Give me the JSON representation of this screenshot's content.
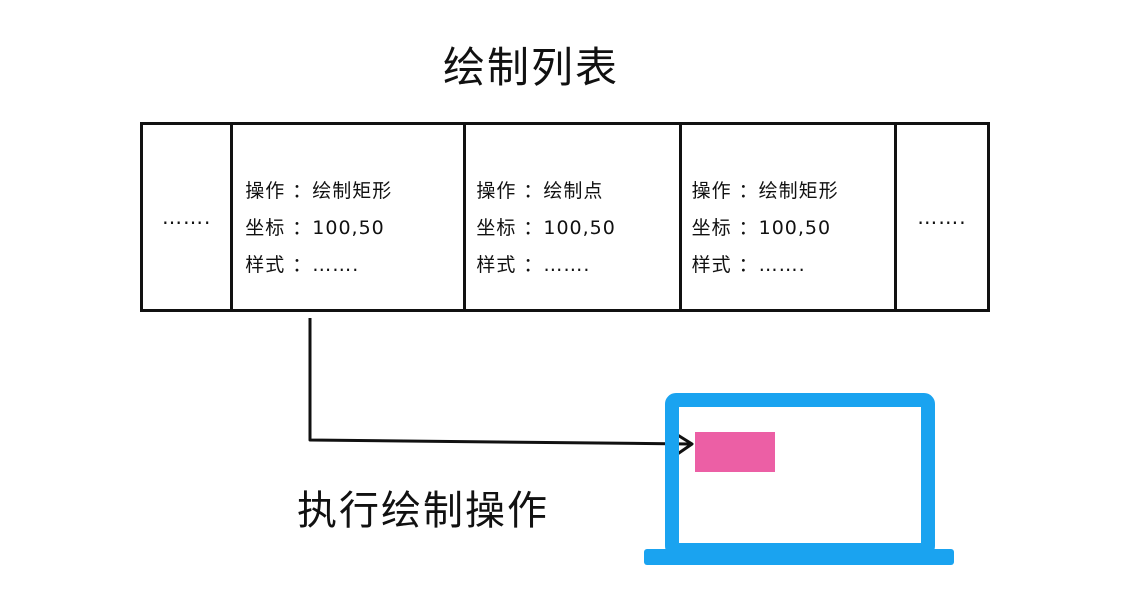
{
  "title": "绘制列表",
  "execute_label": "执行绘制操作",
  "table": {
    "left_ellipsis": "…….",
    "right_ellipsis": "…….",
    "cells": [
      {
        "op": "操作 ：绘制矩形",
        "coord": "坐标 ：100,50",
        "style": "样式 ：……."
      },
      {
        "op": "操作 ：绘制点",
        "coord": "坐标 ：100,50",
        "style": "样式 ：……."
      },
      {
        "op": "操作 ：绘制矩形",
        "coord": "坐标 ：100,50",
        "style": "样式 ：……."
      }
    ]
  },
  "colors": {
    "laptop": "#1aa3f0",
    "rectangle": "#ec5fa5",
    "stroke": "#111111"
  }
}
